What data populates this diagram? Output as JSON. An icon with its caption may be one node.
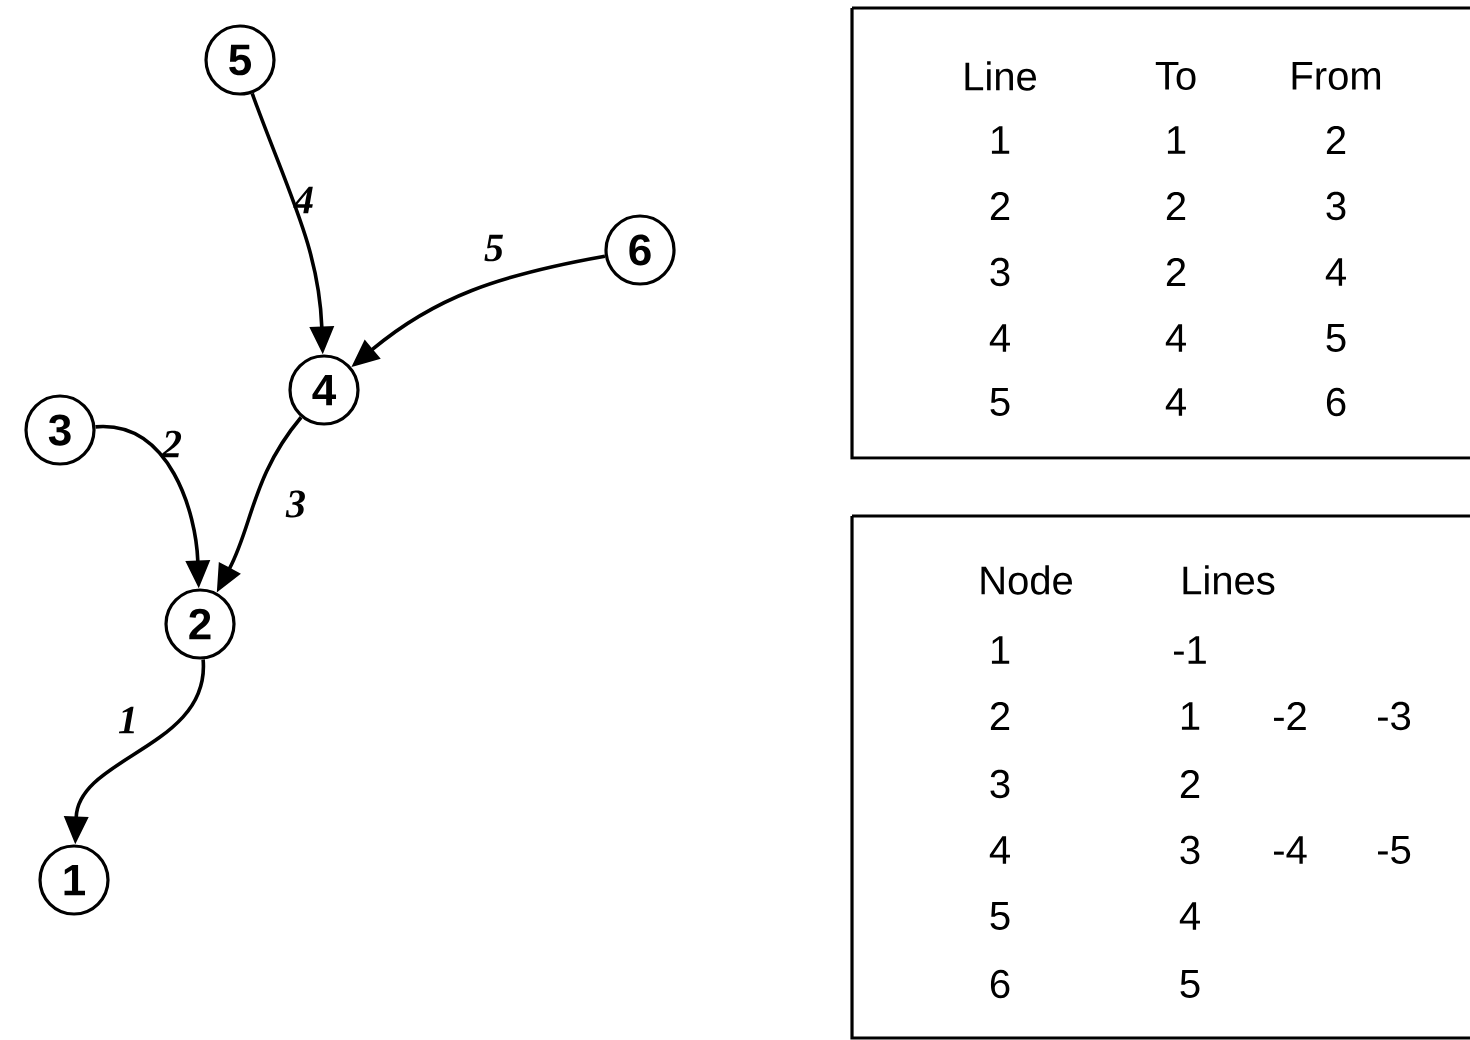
{
  "diagram": {
    "nodes": [
      {
        "text": [
          "5"
        ]
      },
      {
        "text": [
          "6"
        ]
      },
      {
        "text": [
          "4"
        ]
      },
      {
        "text": [
          "3"
        ]
      },
      {
        "text": [
          "2"
        ]
      },
      {
        "text": [
          "1"
        ]
      }
    ],
    "edges": [
      {
        "from": 4,
        "to": 5,
        "arrow": "to",
        "label": "1"
      },
      {
        "from": 3,
        "to": 4,
        "arrow": "to",
        "label": "2"
      },
      {
        "from": 2,
        "to": 4,
        "arrow": "to",
        "label": "3"
      },
      {
        "from": 0,
        "to": 2,
        "arrow": "to",
        "label": "4"
      },
      {
        "from": 1,
        "to": 2,
        "arrow": "to",
        "label": "5"
      }
    ],
    "labels": [
      "Line",
      "To",
      "From",
      "1",
      "1",
      "2",
      "2",
      "2",
      "3",
      "3",
      "2",
      "4",
      "4",
      "4",
      "5",
      "5",
      "4",
      "6",
      "Node",
      "Lines",
      "1",
      "-1",
      "2",
      "1",
      "-2",
      "-3",
      "3",
      "2",
      "4",
      "3",
      "-4",
      "-5",
      "5",
      "4",
      "6",
      "5"
    ]
  }
}
